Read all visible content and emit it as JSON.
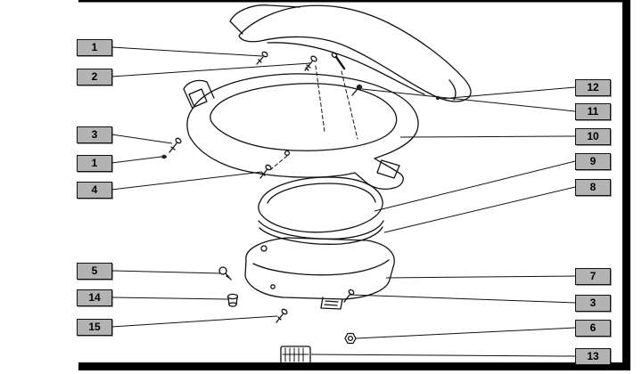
{
  "colors": {
    "page-bg": "#ffffff",
    "callout-bg": "#b3b3b3",
    "line": "#111111"
  },
  "diagram": {
    "type": "exploded-parts-diagram",
    "callouts": [
      {
        "label": "1",
        "side": "left"
      },
      {
        "label": "2",
        "side": "left"
      },
      {
        "label": "3",
        "side": "left"
      },
      {
        "label": "1",
        "side": "left"
      },
      {
        "label": "4",
        "side": "left"
      },
      {
        "label": "5",
        "side": "left"
      },
      {
        "label": "14",
        "side": "left"
      },
      {
        "label": "15",
        "side": "left"
      },
      {
        "label": "12",
        "side": "right"
      },
      {
        "label": "11",
        "side": "right"
      },
      {
        "label": "10",
        "side": "right"
      },
      {
        "label": "9",
        "side": "right"
      },
      {
        "label": "8",
        "side": "right"
      },
      {
        "label": "7",
        "side": "right"
      },
      {
        "label": "3",
        "side": "right"
      },
      {
        "label": "6",
        "side": "right"
      },
      {
        "label": "13",
        "side": "right"
      }
    ]
  }
}
